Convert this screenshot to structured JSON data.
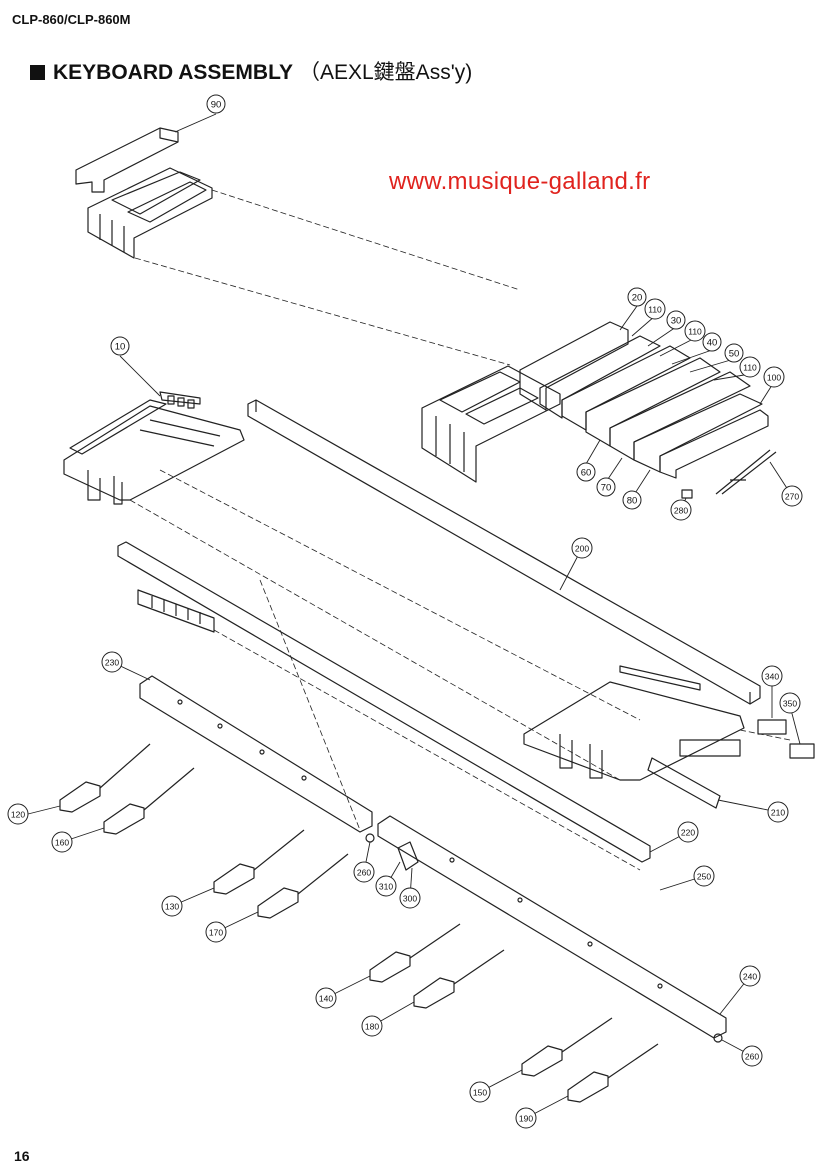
{
  "header": {
    "model": "CLP-860/CLP-860M"
  },
  "title": {
    "main": "KEYBOARD ASSEMBLY",
    "sub": "（AEXL鍵盤Ass'y)"
  },
  "watermark": "www.musique-galland.fr",
  "page_number": "16",
  "callouts": [
    {
      "label": "90"
    },
    {
      "label": "20"
    },
    {
      "label": "110"
    },
    {
      "label": "30"
    },
    {
      "label": "110"
    },
    {
      "label": "40"
    },
    {
      "label": "50"
    },
    {
      "label": "110"
    },
    {
      "label": "100"
    },
    {
      "label": "10"
    },
    {
      "label": "60"
    },
    {
      "label": "70"
    },
    {
      "label": "80"
    },
    {
      "label": "280"
    },
    {
      "label": "270"
    },
    {
      "label": "200"
    },
    {
      "label": "230"
    },
    {
      "label": "340"
    },
    {
      "label": "350"
    },
    {
      "label": "210"
    },
    {
      "label": "120"
    },
    {
      "label": "160"
    },
    {
      "label": "260"
    },
    {
      "label": "220"
    },
    {
      "label": "130"
    },
    {
      "label": "310"
    },
    {
      "label": "300"
    },
    {
      "label": "250"
    },
    {
      "label": "170"
    },
    {
      "label": "140"
    },
    {
      "label": "180"
    },
    {
      "label": "240"
    },
    {
      "label": "260"
    },
    {
      "label": "150"
    },
    {
      "label": "190"
    }
  ]
}
